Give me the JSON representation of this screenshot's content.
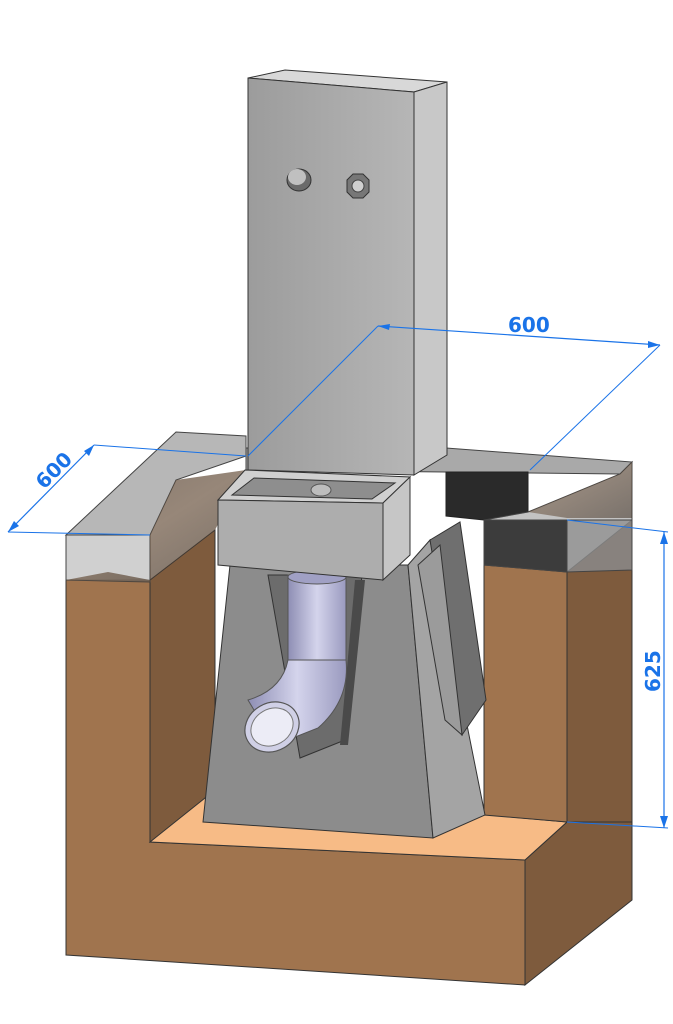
{
  "dimensions": {
    "width_top": "600",
    "depth_left": "600",
    "height_right": "625"
  },
  "colors": {
    "dimension": "#1a73e8",
    "soil_front": "#a0744e",
    "soil_side": "#7e5b3d",
    "soil_bottom": "#f7bb86",
    "concrete_light": "#a9a9a9",
    "concrete_dark": "#808080",
    "pipe": "#b8b8d6"
  }
}
